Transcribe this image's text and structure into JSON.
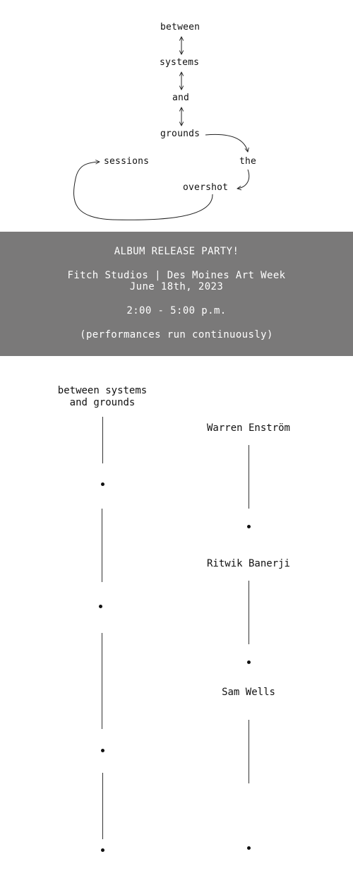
{
  "diagram": {
    "words": {
      "between": "between",
      "systems": "systems",
      "and": "and",
      "grounds": "grounds",
      "sessions": "sessions",
      "the": "the",
      "overshot": "overshot"
    }
  },
  "banner": {
    "title": "ALBUM RELEASE PARTY!",
    "venue": "Fitch Studios | Des Moines Art Week",
    "date": "June 18th, 2023",
    "time": "2:00 - 5:00 p.m.",
    "note": "(performances run continuously)",
    "background_color": "#7a7979"
  },
  "lineup": {
    "left_title": [
      "between systems",
      "and grounds"
    ],
    "artists": [
      "Warren Enström",
      "Ritwik Banerji",
      "Sam Wells"
    ]
  }
}
